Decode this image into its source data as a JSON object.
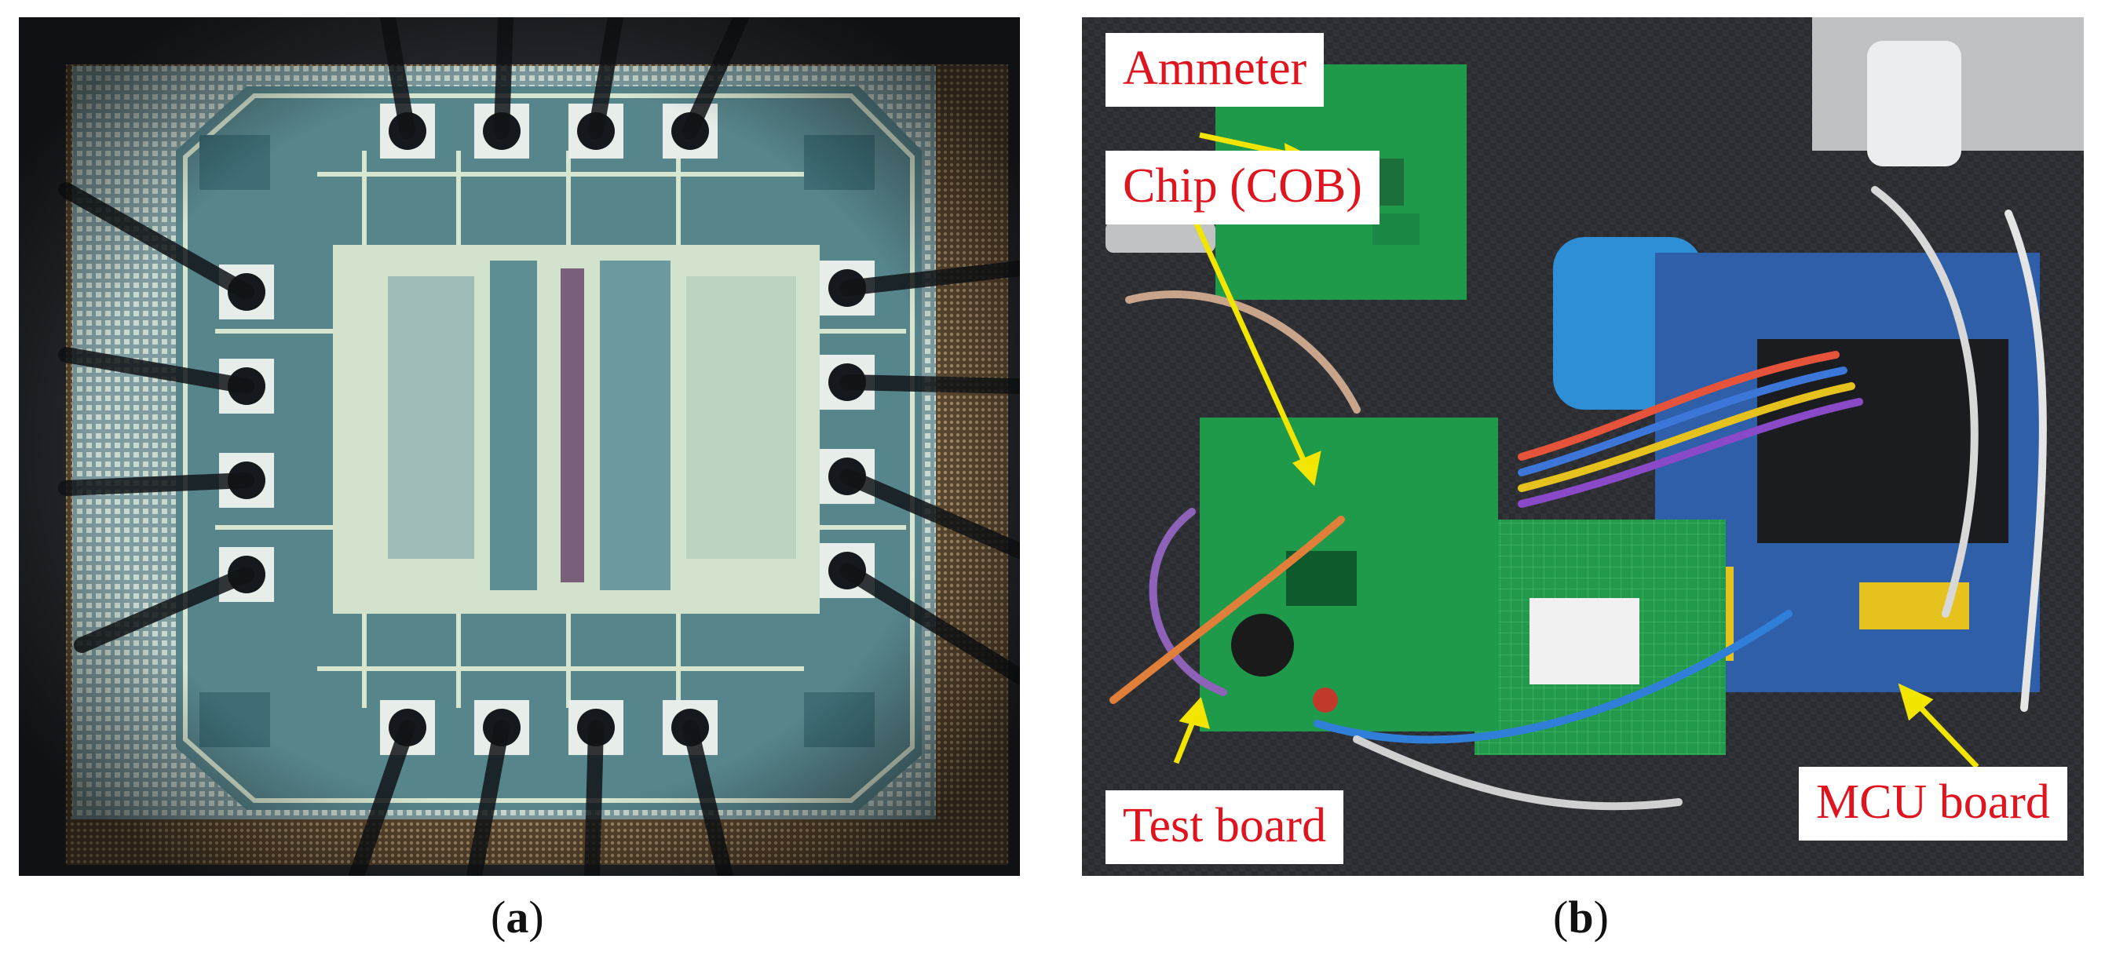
{
  "figure": {
    "panel_a": {
      "caption_open": "(",
      "caption_letter": "a",
      "caption_close": ")"
    },
    "panel_b": {
      "caption_open": "(",
      "caption_letter": "b",
      "caption_close": ")",
      "labels": {
        "ammeter": "Ammeter",
        "chip": "Chip (COB)",
        "test_board": "Test board",
        "mcu_board": "MCU board"
      }
    }
  },
  "colors": {
    "label_text": "#e0141e",
    "label_bg": "#ffffff",
    "arrow": "#f2e600",
    "pcb_green": "#1f9a4a",
    "mcu_blue": "#2f5fa8",
    "die_teal": "#5d8e93",
    "die_metal": "#cfe0cc"
  }
}
